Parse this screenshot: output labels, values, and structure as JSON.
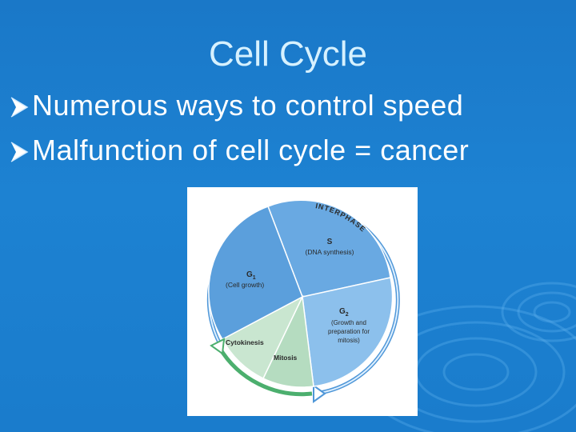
{
  "slide": {
    "title": "Cell Cycle",
    "bullets": [
      "Numerous ways to control speed",
      "Malfunction of cell cycle = cancer"
    ]
  },
  "diagram": {
    "interphase_label": "INTERPHASE",
    "phases": [
      {
        "name": "S",
        "desc": "(DNA synthesis)"
      },
      {
        "name": "G1",
        "name_main": "G",
        "name_sub": "1",
        "desc": "(Cell growth)"
      },
      {
        "name": "G2",
        "name_main": "G",
        "name_sub": "2",
        "desc_lines": [
          "(Growth and",
          "preparation for",
          "mitosis)"
        ]
      },
      {
        "name": "Cytokinesis"
      },
      {
        "name": "Mitosis"
      }
    ],
    "colors": {
      "interphase": "#6aabe3",
      "mitotic": "#b5dcc0",
      "arrow_blue": "#4f97d8",
      "arrow_green": "#4caf6e"
    }
  },
  "colors": {
    "background": "#1d82d2",
    "title": "#d6f1ff",
    "bullet_text": "#ffffff"
  }
}
